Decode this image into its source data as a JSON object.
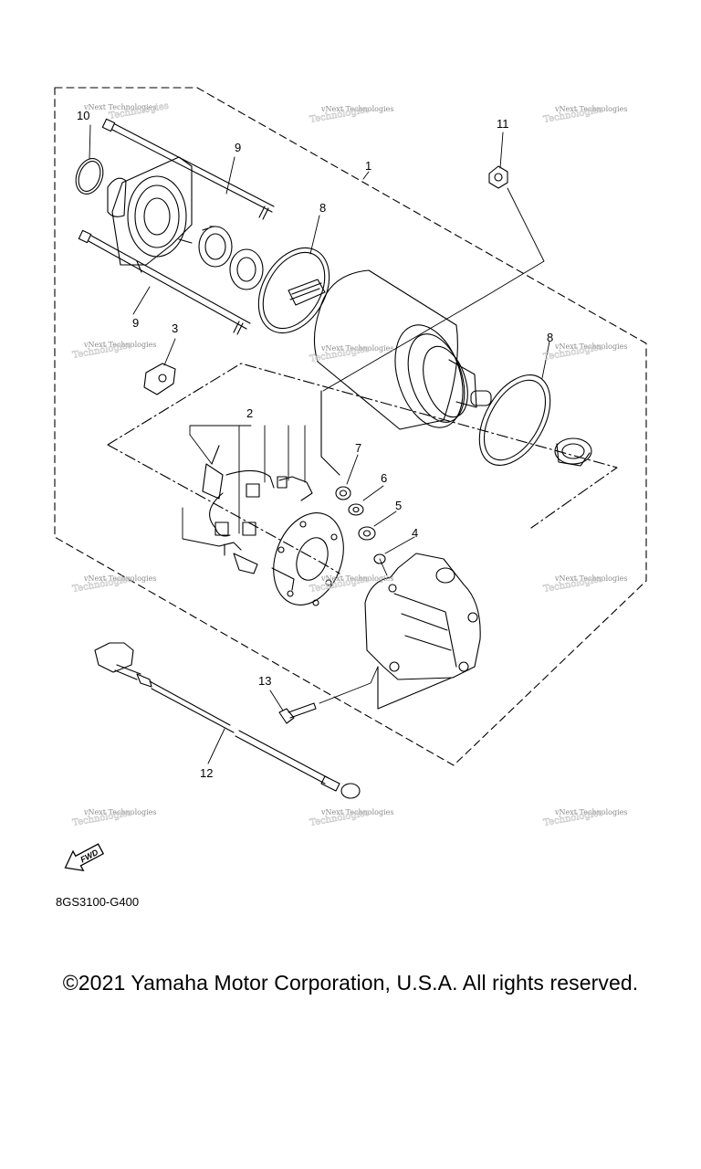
{
  "callouts": {
    "c1": "1",
    "c2": "2",
    "c3": "3",
    "c4": "4",
    "c5": "5",
    "c6": "6",
    "c7": "7",
    "c8a": "8",
    "c8b": "8",
    "c9a": "9",
    "c9b": "9",
    "c10": "10",
    "c11": "11",
    "c12": "12",
    "c13": "13"
  },
  "watermark": {
    "line1": "vNext Technologies",
    "line2": "Technologies"
  },
  "fwd_label": "FWD",
  "diagram_code": "8GS3100-G400",
  "copyright": "©2021 Yamaha Motor Corporation, U.S.A. All rights reserved.",
  "icons": {
    "fwd": "fwd-arrow-icon"
  }
}
